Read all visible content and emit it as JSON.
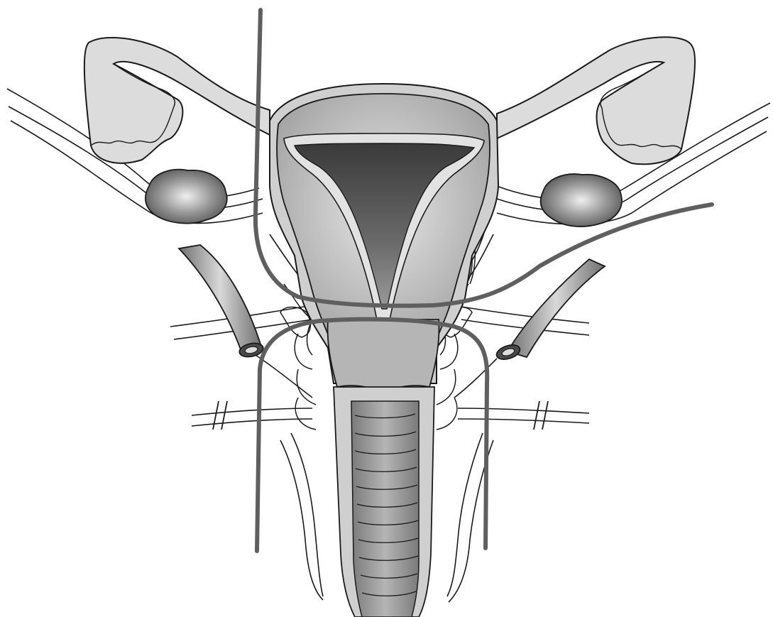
{
  "figure": {
    "kind": "anatomical line drawing, grayscale",
    "labels": []
  },
  "colors": {
    "background": "#ffffff",
    "outline": "#1a1a1a",
    "light_fill": "#dcdcdc",
    "mid_fill": "#a9a9a9",
    "dark_fill": "#5e5e5e",
    "overlay_line": "#5f5f5f"
  },
  "structures": [
    "uterus-fundus",
    "uterine-cavity",
    "cervix",
    "vagina",
    "fallopian-tube-left",
    "fallopian-tube-right",
    "ovary-left",
    "ovary-right",
    "ureter-left",
    "ureter-right",
    "parametrial-tissue",
    "resection-line-a",
    "resection-line-b"
  ]
}
